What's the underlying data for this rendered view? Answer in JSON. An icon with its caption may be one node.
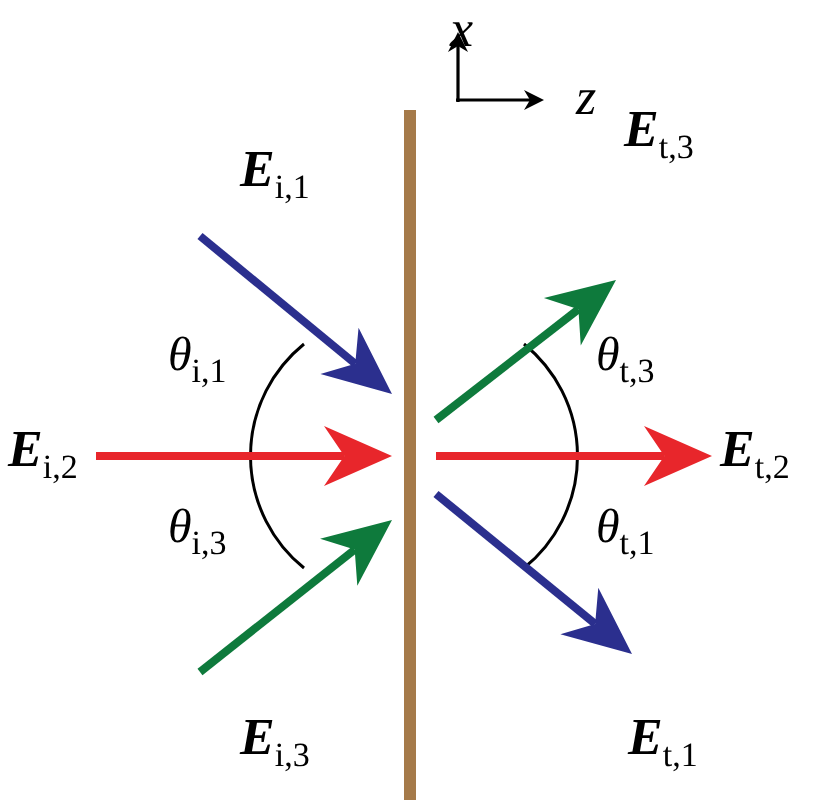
{
  "diagram": {
    "labels": [
      "x",
      "z",
      "**E**$_{t,3}$",
      "**E**$_{i,1}$",
      "θ$_{i,1}$",
      "θ$_{t,3}$",
      "**E**$_{i,2}$",
      "**E**$_{t,2}$",
      "θ$_{i,3}$",
      "θ$_{t,1}$",
      "**E**$_{i,3}$",
      "**E**$_{t,1}$"
    ]
  }
}
